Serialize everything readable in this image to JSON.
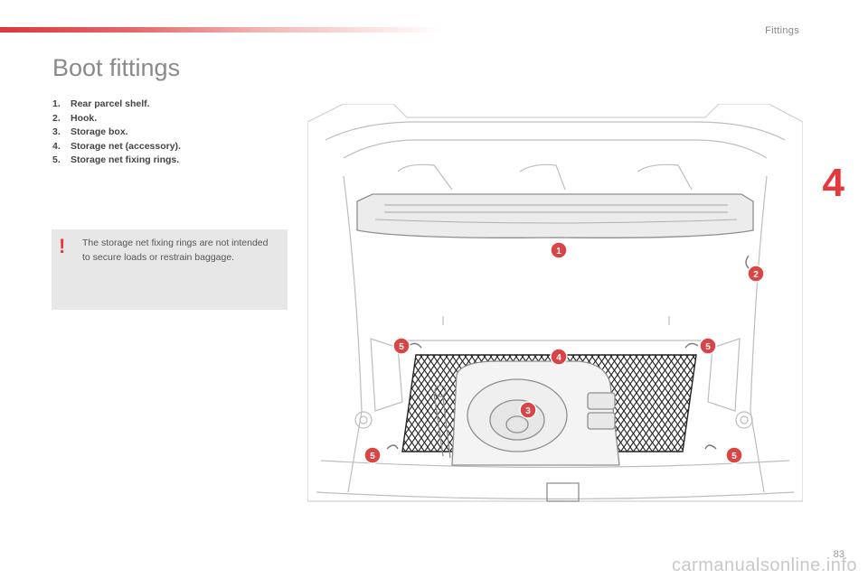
{
  "header": {
    "section": "Fittings"
  },
  "page": {
    "title": "Boot fittings",
    "chapter": "4",
    "page_number": "83",
    "watermark": "carmanualsonline.info"
  },
  "legend": [
    {
      "num": "1.",
      "label": "Rear parcel shelf."
    },
    {
      "num": "2.",
      "label": "Hook."
    },
    {
      "num": "3.",
      "label": "Storage box."
    },
    {
      "num": "4.",
      "label": "Storage net (accessory)."
    },
    {
      "num": "5.",
      "label": "Storage net fixing rings."
    }
  ],
  "warning": {
    "icon": "!",
    "text": "The storage net fixing rings are not intended to secure loads or restrain baggage."
  },
  "callouts": [
    {
      "id": "1"
    },
    {
      "id": "2"
    },
    {
      "id": "3"
    },
    {
      "id": "4"
    },
    {
      "id": "5"
    },
    {
      "id": "5"
    },
    {
      "id": "5"
    },
    {
      "id": "5"
    }
  ],
  "colors": {
    "accent": "#e5373c",
    "callout": "#d94545",
    "line_art": "#b8b8b8",
    "warning_bg": "#e7e7e8"
  }
}
